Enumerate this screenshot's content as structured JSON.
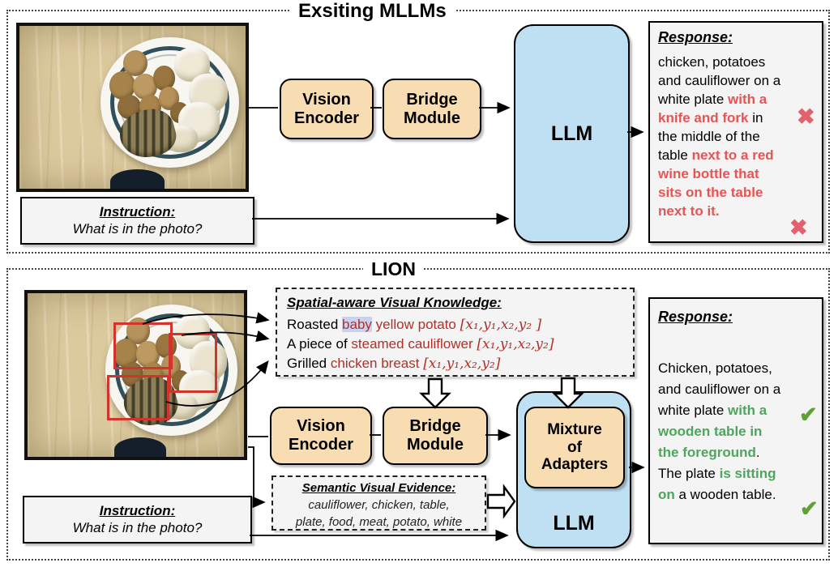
{
  "panels": {
    "existing": {
      "title": "Exsiting MLLMs"
    },
    "lion": {
      "title": "LION"
    }
  },
  "blocks": {
    "vision_encoder": "Vision\nEncoder",
    "bridge_module": "Bridge\nModule",
    "llm": "LLM",
    "mixture_of_adapters": "Mixture\nof\nAdapters"
  },
  "instruction1": {
    "title": "Instruction:",
    "text": "What is in the photo?"
  },
  "instruction2": {
    "title": "Instruction:",
    "text": "What is in the photo?"
  },
  "knowledge": {
    "title": "Spatial-aware Visual Knowledge:",
    "line1": [
      {
        "t": "Roasted "
      },
      {
        "t": "baby",
        "c": "hl"
      },
      {
        "t": " "
      },
      {
        "t": "yellow potato ",
        "c": "darkred"
      },
      {
        "t": "[x₁,y₁,x₂,y₂ ]",
        "c": "math"
      }
    ],
    "line2": [
      {
        "t": "A piece of "
      },
      {
        "t": "steamed cauliflower ",
        "c": "darkred"
      },
      {
        "t": "[x₁,y₁,x₂,y₂]",
        "c": "math"
      }
    ],
    "line3": [
      {
        "t": "Grilled "
      },
      {
        "t": "chicken breast ",
        "c": "darkred"
      },
      {
        "t": "[x₁,y₁,x₂,y₂]",
        "c": "math"
      }
    ]
  },
  "sve": {
    "title": "Semantic Visual Evidence:",
    "line1": "cauliflower, chicken, table,",
    "line2": "plate, food, meat,  potato, white"
  },
  "response1": {
    "title": "Response:",
    "body": [
      {
        "t": "chicken, potatoes"
      },
      {
        "br": true
      },
      {
        "t": "and cauliflower on a"
      },
      {
        "br": true
      },
      {
        "t": "white plate "
      },
      {
        "t": "with a",
        "c": "red"
      },
      {
        "br": true
      },
      {
        "t": "knife and fork",
        "c": "red"
      },
      {
        "t": " in"
      },
      {
        "br": true
      },
      {
        "t": "the middle of the"
      },
      {
        "br": true
      },
      {
        "t": "table "
      },
      {
        "t": "next to a red",
        "c": "red"
      },
      {
        "br": true
      },
      {
        "t": "wine bottle that",
        "c": "red"
      },
      {
        "br": true
      },
      {
        "t": "sits on the table",
        "c": "red"
      },
      {
        "br": true
      },
      {
        "t": "next to it.",
        "c": "red"
      }
    ],
    "mark1": "✖",
    "mark2": "✖"
  },
  "response2": {
    "title": "Response:",
    "body": [
      {
        "t": "Chicken, potatoes,"
      },
      {
        "br": true
      },
      {
        "t": "and cauliflower on a"
      },
      {
        "br": true
      },
      {
        "t": "white plate "
      },
      {
        "t": "with a",
        "c": "green"
      },
      {
        "br": true
      },
      {
        "t": "wooden table in",
        "c": "green"
      },
      {
        "br": true
      },
      {
        "t": "the foreground",
        "c": "green"
      },
      {
        "t": "."
      },
      {
        "br": true
      },
      {
        "t": "The plate "
      },
      {
        "t": "is sitting",
        "c": "green"
      },
      {
        "br": true
      },
      {
        "t": "on",
        "c": "green"
      },
      {
        "t": " a wooden table."
      }
    ],
    "mark1": "✔",
    "mark2": "✔"
  },
  "colors": {
    "module_fill": "#F7DDB1",
    "llm_fill": "#BFE0F2",
    "error_red": "#E85454",
    "knowledge_red": "#B03028",
    "success_green": "#4CA65B",
    "check_green": "#5FA133",
    "bbox_red": "#D0342C",
    "highlight_blue": "#C9D3F0"
  }
}
